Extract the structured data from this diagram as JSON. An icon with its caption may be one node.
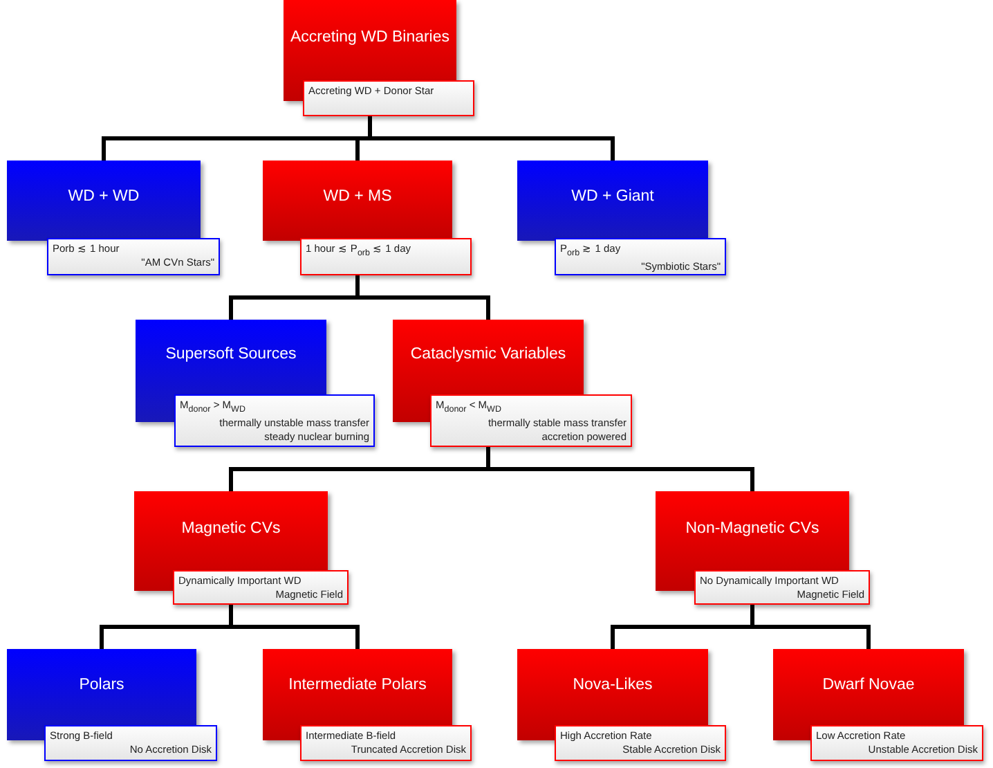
{
  "diagram": {
    "nodes": [
      {
        "text": [
          "Accreting WD Binaries",
          "Accreting WD + Donor Star"
        ]
      },
      {
        "text": [
          "WD + WD",
          "Porb ≲ 1 hour",
          "\"AM CVn Stars\""
        ]
      },
      {
        "text": [
          "WD + MS",
          "1 hour ≲ P$_{orb}$ ≲ 1 day"
        ]
      },
      {
        "text": [
          "WD + Giant",
          "P$_{orb}$ ≳ 1 day",
          "\"Symbiotic Stars\""
        ]
      },
      {
        "text": [
          "Supersoft Sources",
          "M$_{donor}$ > M$_{WD}$",
          "thermally unstable mass transfer",
          "steady nuclear burning"
        ]
      },
      {
        "text": [
          "Cataclysmic Variables",
          "M$_{donor}$ < M$_{WD}$",
          "thermally stable mass transfer",
          "accretion powered"
        ]
      },
      {
        "text": [
          "Magnetic CVs",
          "Dynamically Important WD",
          "Magnetic Field"
        ]
      },
      {
        "text": [
          "Non-Magnetic CVs",
          "No Dynamically Important WD",
          "Magnetic Field"
        ]
      },
      {
        "text": [
          "Polars",
          "Strong B-field",
          "No Accretion Disk"
        ]
      },
      {
        "text": [
          "Intermediate Polars",
          "Intermediate B-field",
          "Truncated Accretion Disk"
        ]
      },
      {
        "text": [
          "Nova-Likes",
          "High Accretion Rate",
          "Stable Accretion Disk"
        ]
      },
      {
        "text": [
          "Dwarf Novae",
          "Low Accretion Rate",
          "Unstable Accretion Disk"
        ]
      }
    ],
    "edges": [
      {
        "from": 0,
        "to": 1,
        "arrow": "none"
      },
      {
        "from": 0,
        "to": 2,
        "arrow": "none"
      },
      {
        "from": 0,
        "to": 3,
        "arrow": "none"
      },
      {
        "from": 2,
        "to": 4,
        "arrow": "none"
      },
      {
        "from": 2,
        "to": 5,
        "arrow": "none"
      },
      {
        "from": 5,
        "to": 6,
        "arrow": "none"
      },
      {
        "from": 5,
        "to": 7,
        "arrow": "none"
      },
      {
        "from": 6,
        "to": 8,
        "arrow": "none"
      },
      {
        "from": 6,
        "to": 9,
        "arrow": "none"
      },
      {
        "from": 7,
        "to": 10,
        "arrow": "none"
      },
      {
        "from": 7,
        "to": 11,
        "arrow": "none"
      }
    ]
  }
}
